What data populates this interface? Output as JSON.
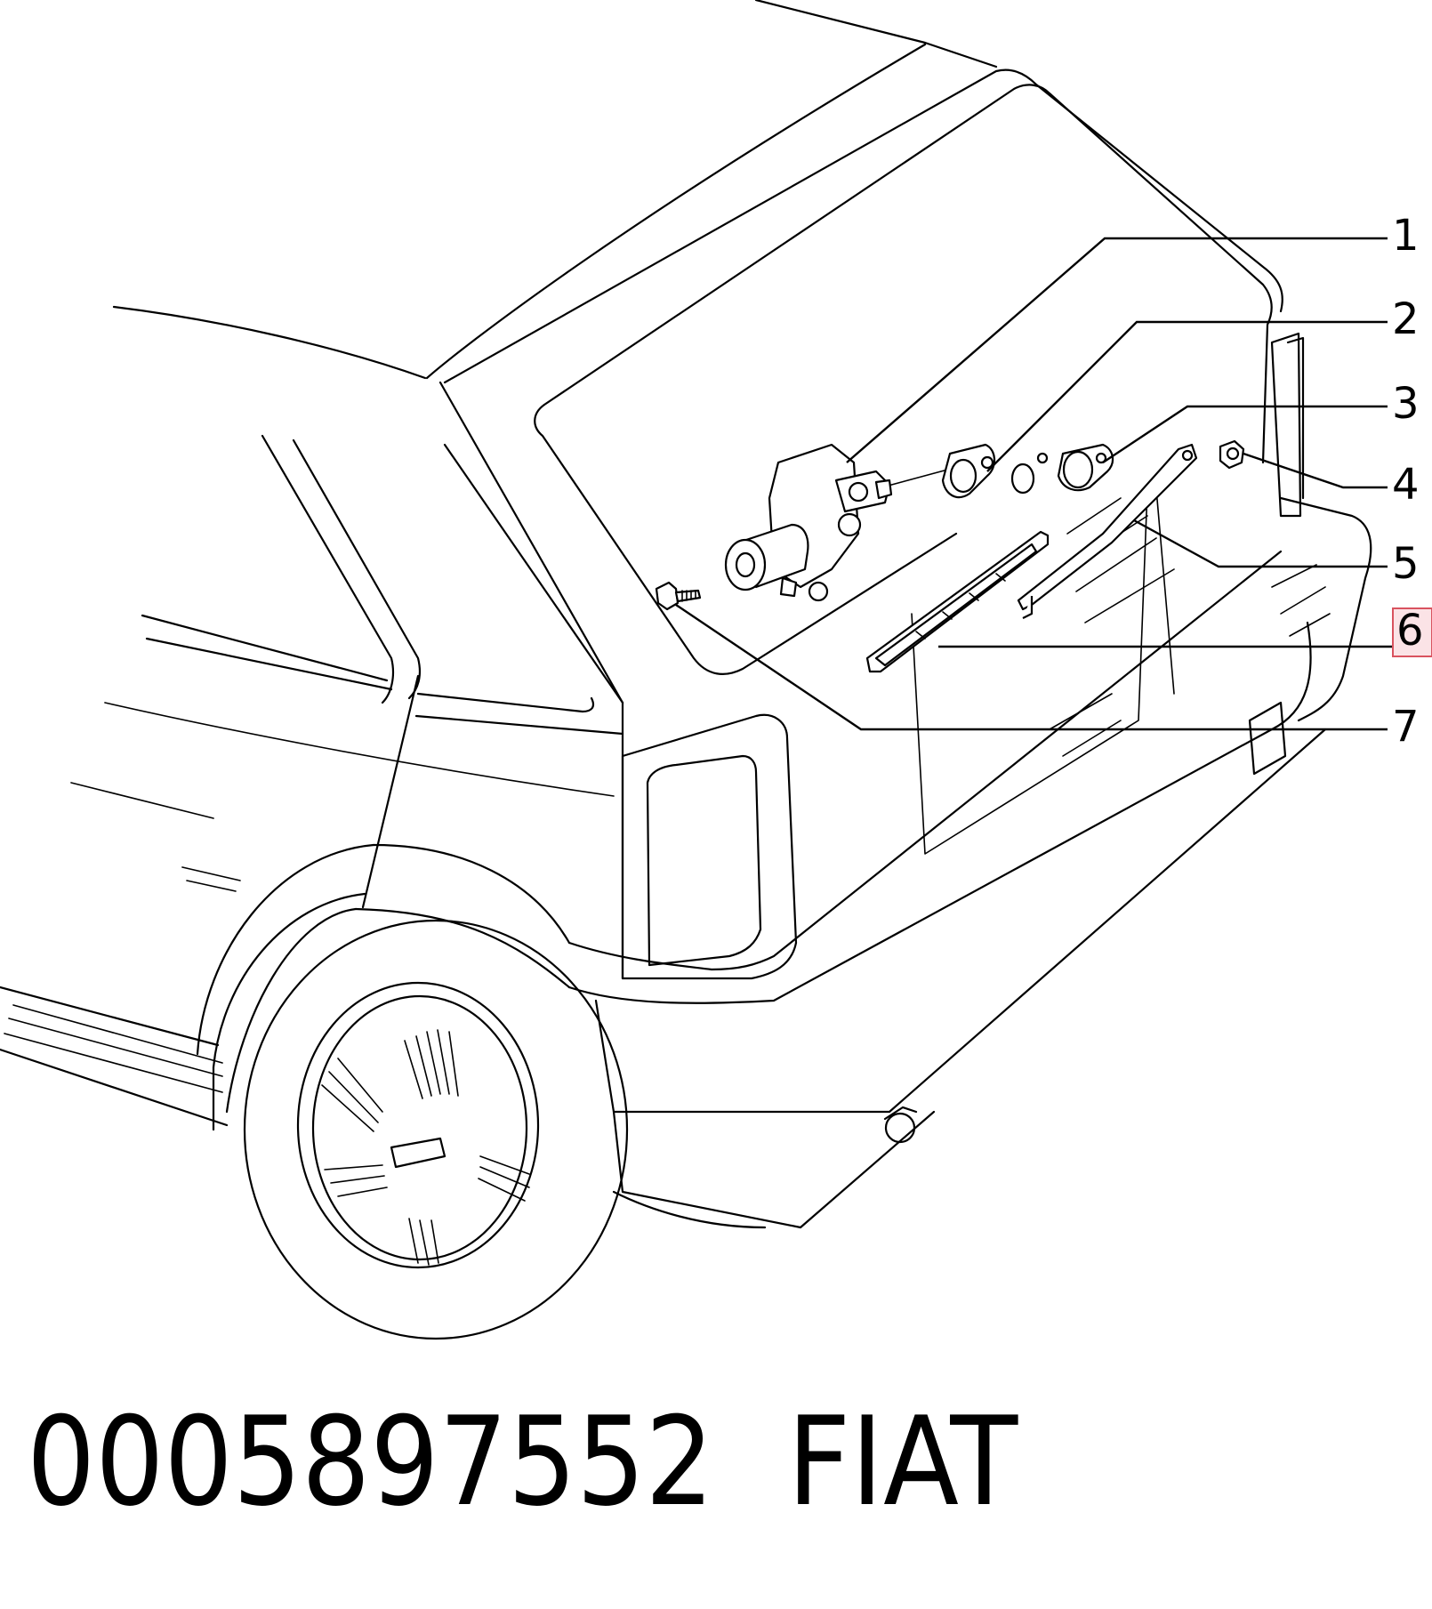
{
  "callouts": [
    {
      "number": "1",
      "highlighted": false
    },
    {
      "number": "2",
      "highlighted": false
    },
    {
      "number": "3",
      "highlighted": false
    },
    {
      "number": "4",
      "highlighted": false
    },
    {
      "number": "5",
      "highlighted": false
    },
    {
      "number": "6",
      "highlighted": true
    },
    {
      "number": "7",
      "highlighted": false
    }
  ],
  "footer": {
    "part_number": "0005897552",
    "brand": "FIAT"
  },
  "colors": {
    "line": "#000000",
    "highlight_fill": "#fbe3e6",
    "highlight_stroke": "#d9535f"
  }
}
